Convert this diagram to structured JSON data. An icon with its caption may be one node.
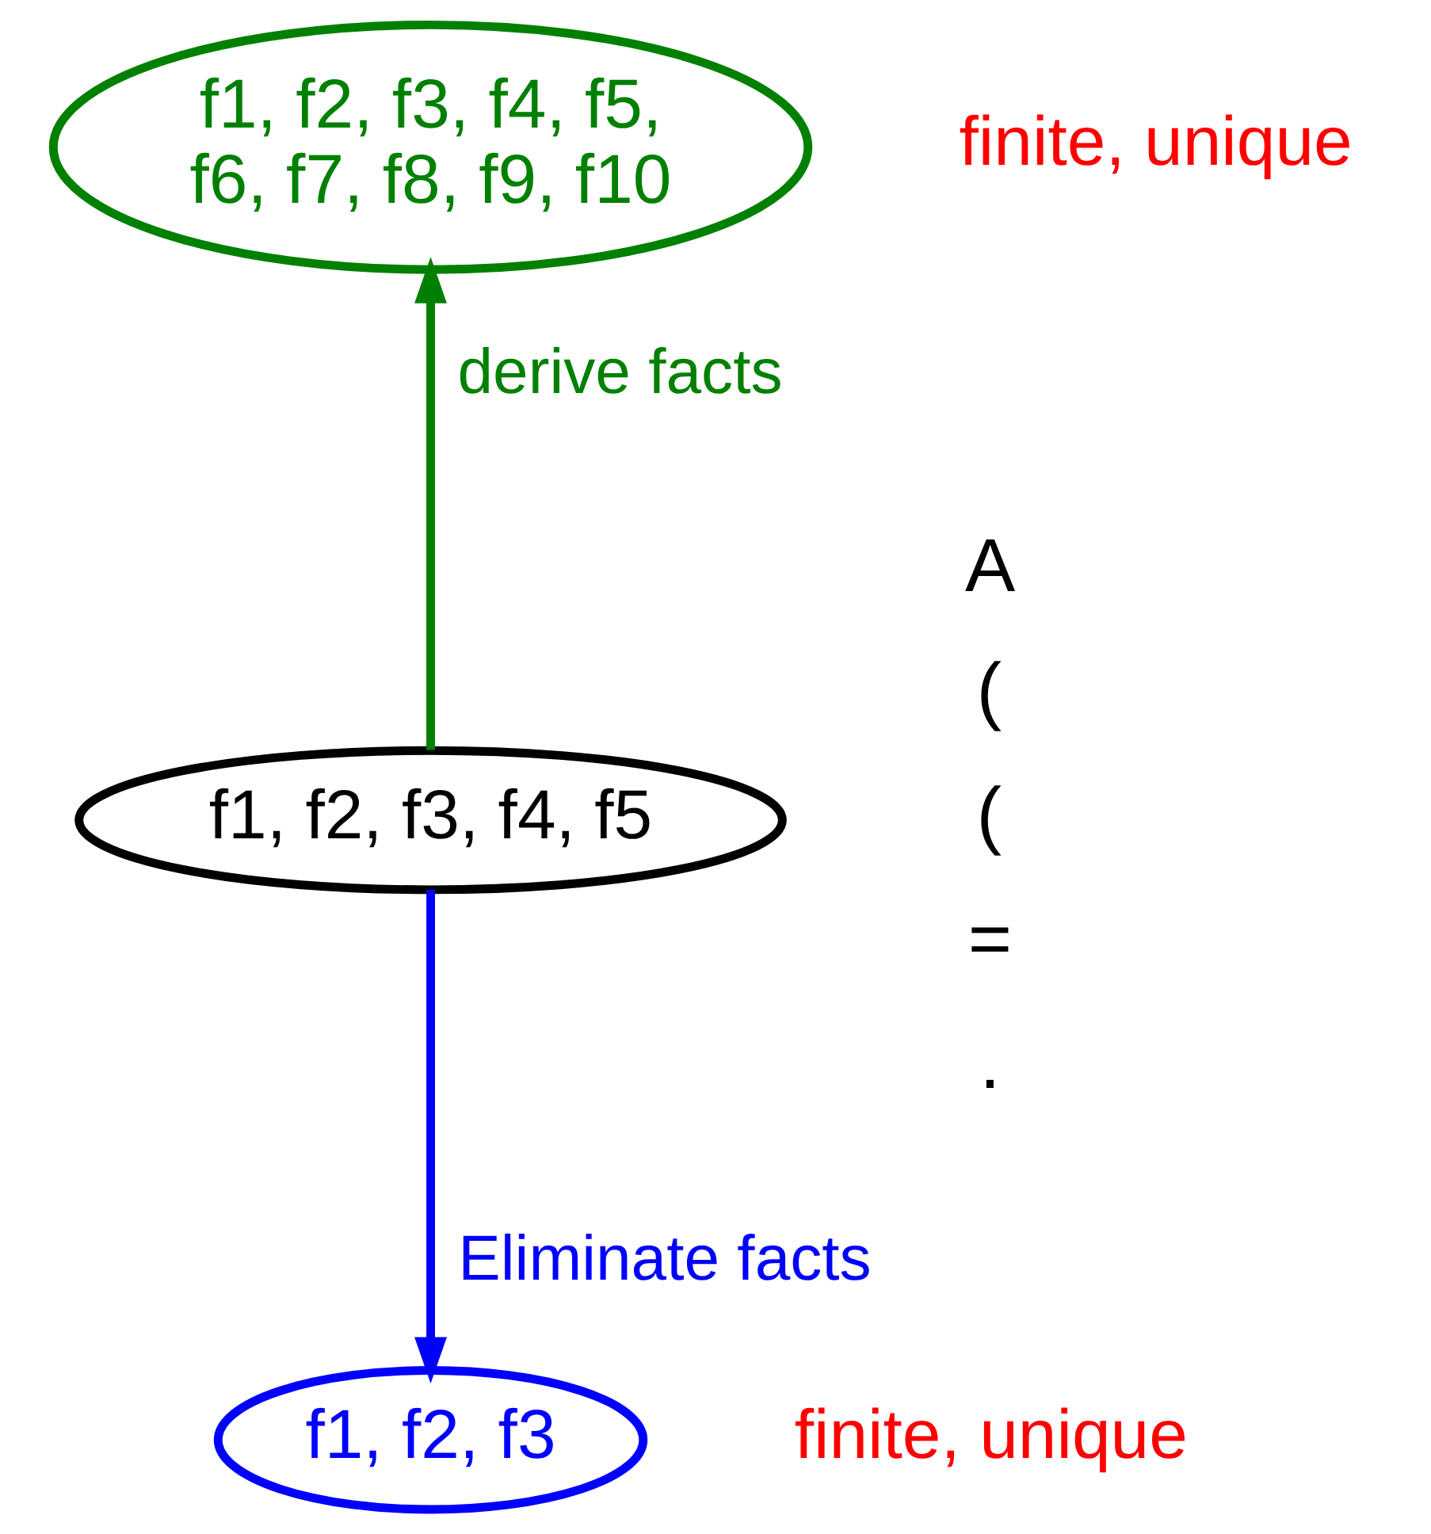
{
  "diagram": {
    "nodes": [
      {
        "text": [
          "f1, f2, f3, f4, f5, f6, f7, f8, f9, f10"
        ],
        "beside": [
          "finite, unique"
        ]
      },
      {
        "text": [
          "f1, f2, f3, f4, f5"
        ]
      },
      {
        "text": [
          "f1, f2, f3"
        ],
        "beside": [
          "finite, unique"
        ]
      }
    ],
    "edges": [
      {
        "from": 1,
        "to": 0,
        "arrow": "to",
        "label": "derive facts",
        "color": "#008000"
      },
      {
        "from": 1,
        "to": 2,
        "arrow": "to",
        "label": "Eliminate facts",
        "color": "#0000ff"
      }
    ],
    "labels": [
      "A",
      "(",
      "(",
      "=",
      "."
    ]
  }
}
